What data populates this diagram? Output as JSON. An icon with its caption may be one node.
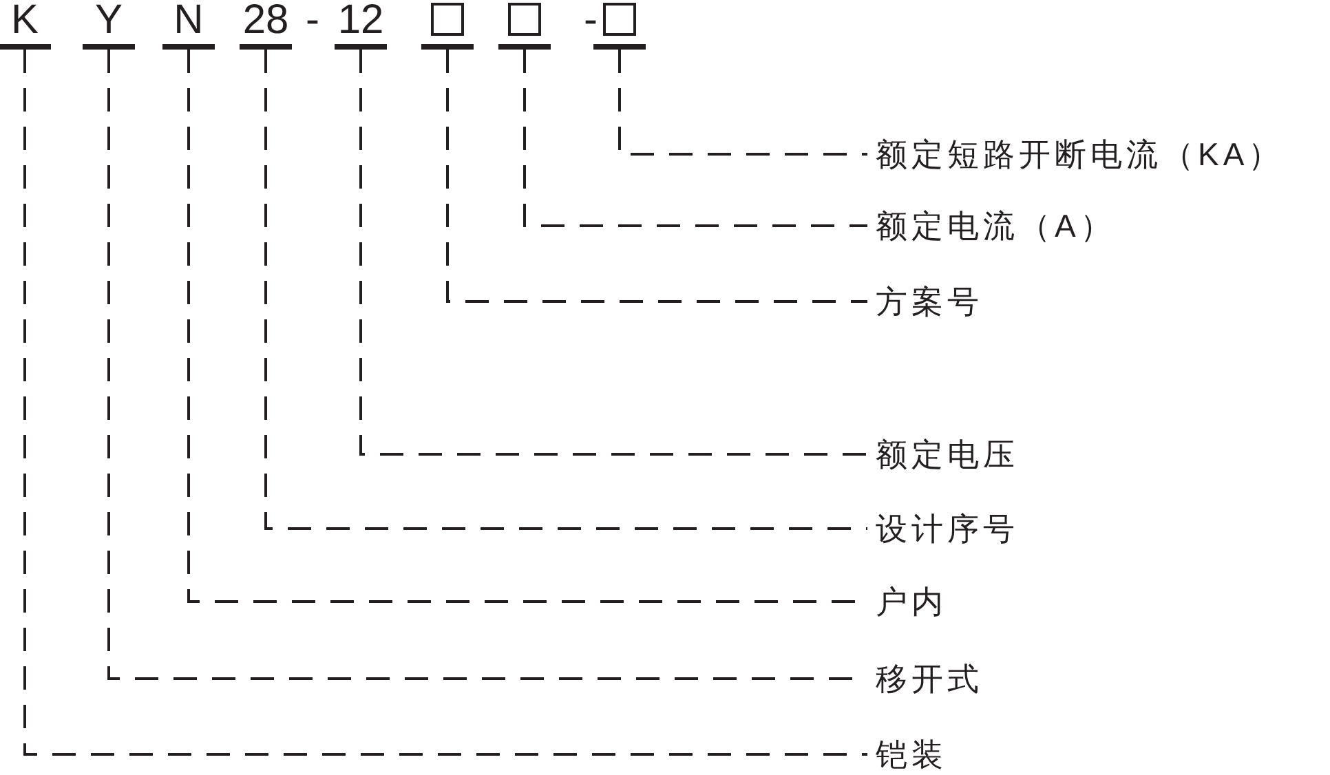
{
  "diagram": {
    "nodes": [
      {
        "text": [
          "K"
        ]
      },
      {
        "text": [
          "Y"
        ]
      },
      {
        "text": [
          "N"
        ]
      },
      {
        "text": [
          "28"
        ]
      },
      {
        "text": [
          "12"
        ]
      },
      {
        "text": [],
        "shape": "box"
      },
      {
        "text": [],
        "shape": "box"
      },
      {
        "text": [],
        "shape": "box"
      },
      {
        "text": [
          "额定短路开断电流（KA）"
        ]
      },
      {
        "text": [
          "额定电流（A）"
        ]
      },
      {
        "text": [
          "方案号"
        ]
      },
      {
        "text": [
          "额定电压"
        ]
      },
      {
        "text": [
          "设计序号"
        ]
      },
      {
        "text": [
          "户内"
        ]
      },
      {
        "text": [
          "移开式"
        ]
      },
      {
        "text": [
          "铠装"
        ]
      }
    ],
    "edges": [
      {
        "from": 7,
        "to": 8,
        "arrow": "none",
        "style": "dashed"
      },
      {
        "from": 6,
        "to": 9,
        "arrow": "none",
        "style": "dashed"
      },
      {
        "from": 5,
        "to": 10,
        "arrow": "none",
        "style": "dashed"
      },
      {
        "from": 4,
        "to": 11,
        "arrow": "none",
        "style": "dashed"
      },
      {
        "from": 3,
        "to": 12,
        "arrow": "none",
        "style": "dashed"
      },
      {
        "from": 2,
        "to": 13,
        "arrow": "none",
        "style": "dashed"
      },
      {
        "from": 1,
        "to": 14,
        "arrow": "none",
        "style": "dashed"
      },
      {
        "from": 0,
        "to": 15,
        "arrow": "none",
        "style": "dashed"
      }
    ],
    "labels": [
      "-",
      "-"
    ]
  }
}
